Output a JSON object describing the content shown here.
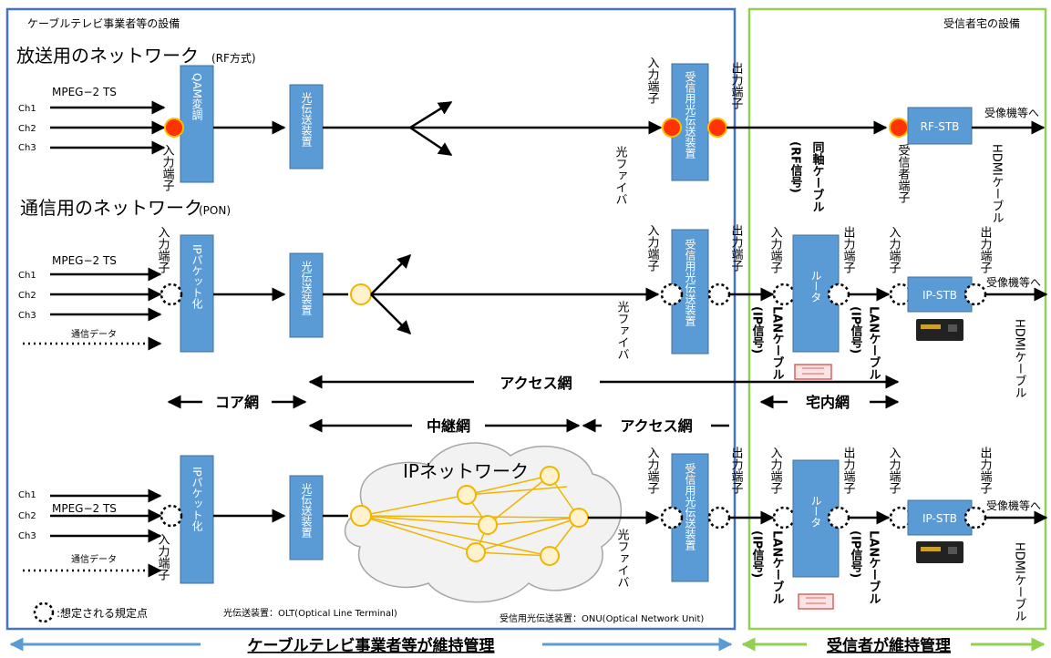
{
  "regions": {
    "operator_title": "ケーブルテレビ事業者等の設備",
    "subscriber_title": "受信者宅の設備"
  },
  "sections": {
    "rf_title": "放送用のネットワーク",
    "rf_sub": "(RF方式)",
    "pon_title": "通信用のネットワーク",
    "pon_sub": "(PON)"
  },
  "labels": {
    "mpeg": "MPEG−2 TS",
    "ch1": "Ch1",
    "ch2": "Ch2",
    "ch3": "Ch3",
    "comm_data": "通信データ",
    "input": "入力端子",
    "output": "出力端子",
    "fiber": "光ファイバ",
    "coax": "同軸ケーブル",
    "rf_signal": "(RF信号)",
    "receiver_terminal": "受信者端子",
    "hdmi": "HDMIケーブル",
    "to_receiver": "受像機等へ",
    "lan_cable": "LANケーブル",
    "ip_signal": "(IP信号)",
    "ip_network": "IPネットワーク"
  },
  "boxes": {
    "qam": "QAM変調",
    "ip_packet": "IPパケット化",
    "optical_tx": "光伝送装置",
    "optical_rx": "受信用光伝送装置",
    "router": "ルータ",
    "rf_stb": "RF-STB",
    "ip_stb": "IP-STB"
  },
  "zones": {
    "access": "アクセス網",
    "core": "コア網",
    "home": "宅内網",
    "relay": "中継網"
  },
  "legend": {
    "ref_point": ":想定される規定点",
    "olt": "光伝送装置：OLT(Optical Line Terminal)",
    "onu": "受信用光伝送装置：ONU(Optical Network Unit)"
  },
  "footer": {
    "operator": "ケーブルテレビ事業者等が維持管理",
    "subscriber": "受信者が維持管理"
  },
  "colors": {
    "operator_border": "#4472c4",
    "subscriber_border": "#92d050",
    "box_fill": "#5b9bd5",
    "rf_port": "#ff3300"
  }
}
